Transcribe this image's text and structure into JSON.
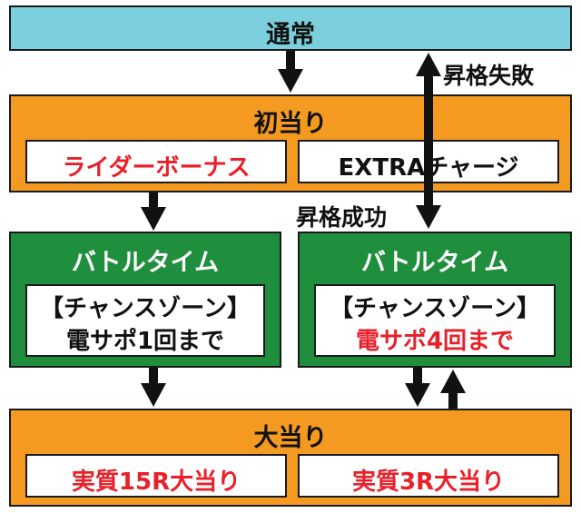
{
  "diagram": {
    "normal": {
      "title": "通常"
    },
    "first_hit": {
      "title": "初当り",
      "left": "ライダーボーナス",
      "right": "EXTRAチャージ"
    },
    "battle_left": {
      "title": "バトルタイム",
      "line1": "【チャンスゾーン】",
      "line2": "電サポ1回まで"
    },
    "battle_right": {
      "title": "バトルタイム",
      "line1": "【チャンスゾーン】",
      "line2": "電サポ4回まで"
    },
    "big_hit": {
      "title": "大当り",
      "left": "実質15R大当り",
      "right": "実質3R大当り"
    },
    "labels": {
      "promotion_fail": "昇格失敗",
      "promotion_success": "昇格成功"
    },
    "colors": {
      "cyan": "#7ccfdc",
      "orange": "#f49a20",
      "green": "#1f8f3e",
      "red_text": "#e8202a"
    }
  }
}
